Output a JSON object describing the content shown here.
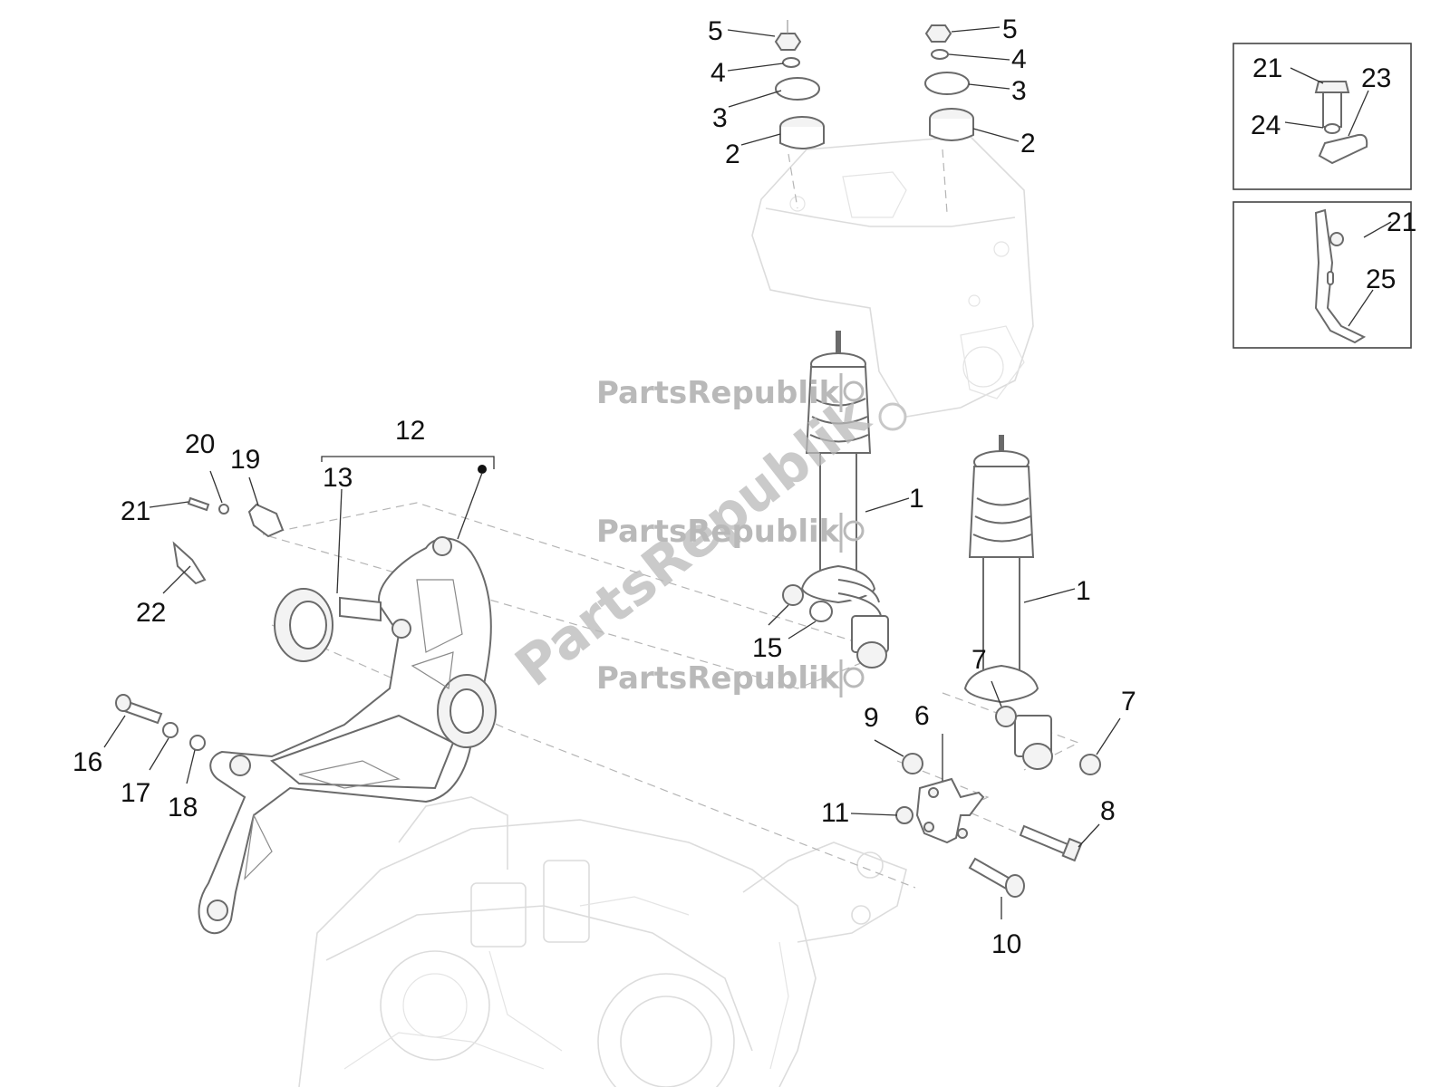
{
  "watermarks": [
    "PartsRepublik",
    "PartsRepublik",
    "PartsRepublik",
    "PartsRepublik"
  ],
  "callouts": {
    "c1a": "1",
    "c1b": "1",
    "c2a": "2",
    "c2b": "2",
    "c3a": "3",
    "c3b": "3",
    "c4a": "4",
    "c4b": "4",
    "c5a": "5",
    "c5b": "5",
    "c6": "6",
    "c7a": "7",
    "c7b": "7",
    "c8": "8",
    "c9": "9",
    "c10": "10",
    "c11": "11",
    "c12": "12",
    "c13": "13",
    "c15": "15",
    "c16": "16",
    "c17": "17",
    "c18": "18",
    "c19": "19",
    "c20": "20",
    "c21a": "21",
    "c21b": "21",
    "c21c": "21",
    "c22": "22",
    "c23": "23",
    "c24": "24",
    "c25": "25"
  },
  "colors": {
    "watermark": "#b9b9b9",
    "ink": "#111111",
    "ghost_lines": "#dcdcdc"
  }
}
